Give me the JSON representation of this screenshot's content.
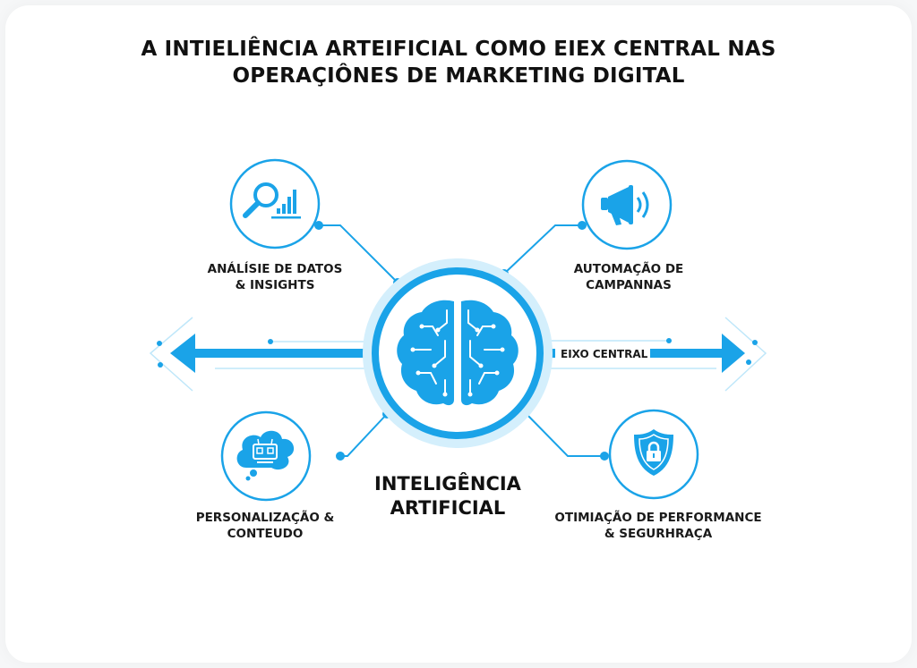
{
  "title": {
    "line1": "A INTIELIÊNCIA ARTEIFICIAL COMO EIEX CENTRAL NAS",
    "line2": "OPERAÇIÔNES DE MARKETING DIGITAL"
  },
  "center": {
    "icon": "circuit-brain-icon",
    "label_line1": "INTELIGÊNCIA",
    "label_line2": "ARTIFICIAL"
  },
  "axis": {
    "label": "EIXO CENTRAL",
    "left_icon": "arrow-left-icon",
    "right_icon": "arrow-right-icon"
  },
  "nodes": [
    {
      "id": "data-analysis",
      "icon": "magnifier-bar-chart-icon",
      "line1": "ANÁLÍSIE DE DATOS",
      "line2": "& INSIGHTS"
    },
    {
      "id": "campaign-automation",
      "icon": "megaphone-icon",
      "line1": "AUTOMAÇÃO DE",
      "line2": "CAMPANNAS"
    },
    {
      "id": "personalization",
      "icon": "robot-thought-cloud-icon",
      "line1": "PERSONALIZAÇÃO &",
      "line2": "CONTEUDO"
    },
    {
      "id": "performance-security",
      "icon": "shield-lock-icon",
      "line1": "OTIMIAÇÃO DE PERFORMANCE",
      "line2": "& SEGURHRAÇA"
    }
  ],
  "colors": {
    "accent": "#1aa3e8",
    "accent_light": "#bfe7fa",
    "text": "#111111",
    "background": "#ffffff"
  }
}
